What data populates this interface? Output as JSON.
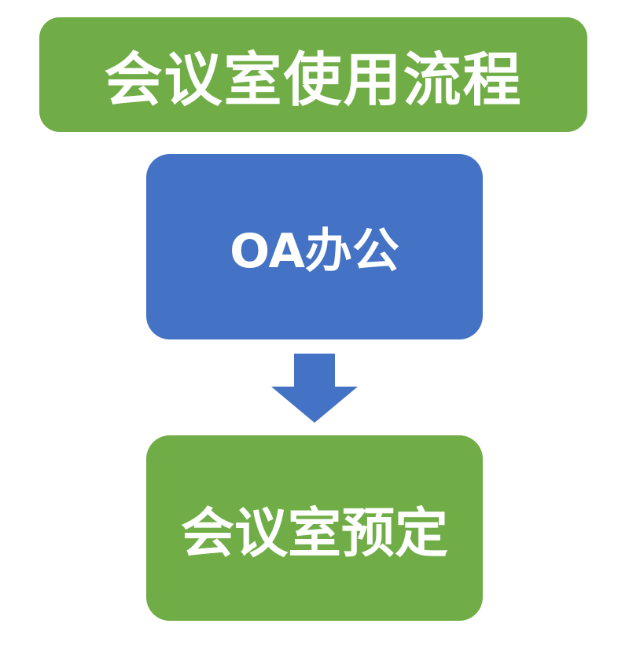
{
  "title": {
    "text": "会议室使用流程",
    "color": "#70ad47"
  },
  "steps": [
    {
      "text": "OA办公",
      "color": "#4472c4"
    },
    {
      "text": "会议室预定",
      "color": "#70ad47"
    }
  ],
  "arrow": {
    "icon": "arrow-down-icon",
    "color": "#4472c4"
  }
}
